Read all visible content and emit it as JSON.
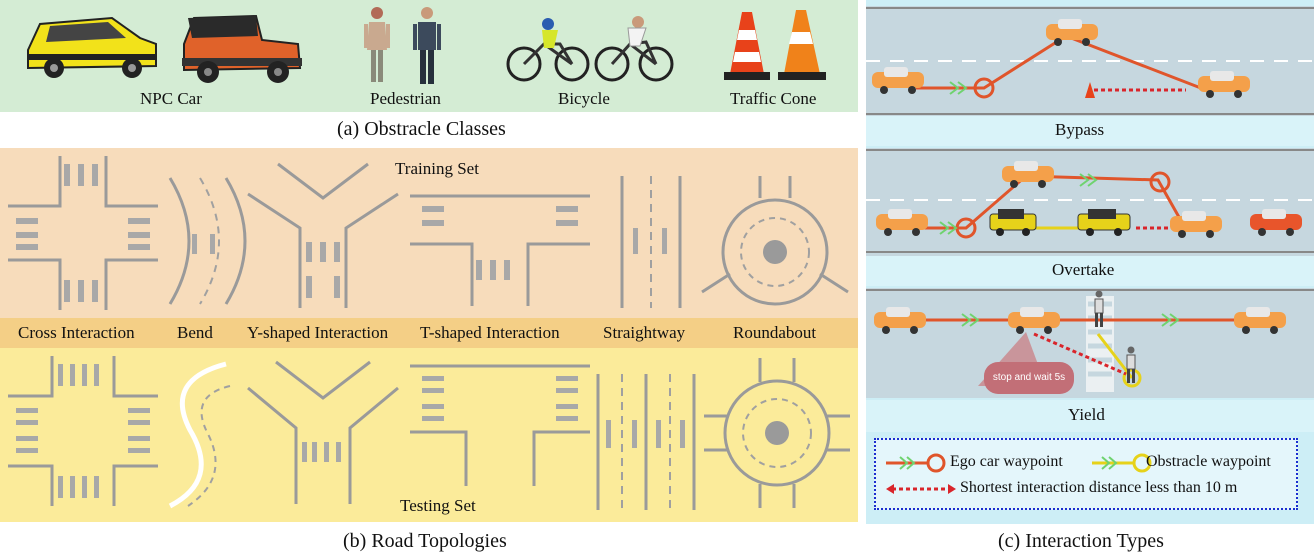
{
  "obstacle_classes": {
    "caption": "(a) Obstracle Classes",
    "items": [
      {
        "label": "NPC Car"
      },
      {
        "label": "Pedestrian"
      },
      {
        "label": "Bicycle"
      },
      {
        "label": "Traffic Cone"
      }
    ]
  },
  "road_topologies": {
    "caption": "(b) Road Topologies",
    "training_label": "Training Set",
    "testing_label": "Testing Set",
    "labels": [
      "Cross Interaction",
      "Bend",
      "Y-shaped Interaction",
      "T-shaped Interaction",
      "Straightway",
      "Roundabout"
    ]
  },
  "interaction_types": {
    "caption": "(c) Interaction Types",
    "bypass": "Bypass",
    "overtake": "Overtake",
    "yield": "Yield",
    "stop_label": "stop and wait 5s",
    "legend": {
      "ego": "Ego car waypoint",
      "obstacle": "Obstracle waypoint",
      "distance": "Shortest interaction distance less than 10 m"
    }
  },
  "colors": {
    "ego_path": "#e0552b",
    "obstacle_path": "#e6d21a",
    "arrow_green": "#6fd36f",
    "distance": "#d9252b",
    "legend_border": "#1b2ecf"
  }
}
